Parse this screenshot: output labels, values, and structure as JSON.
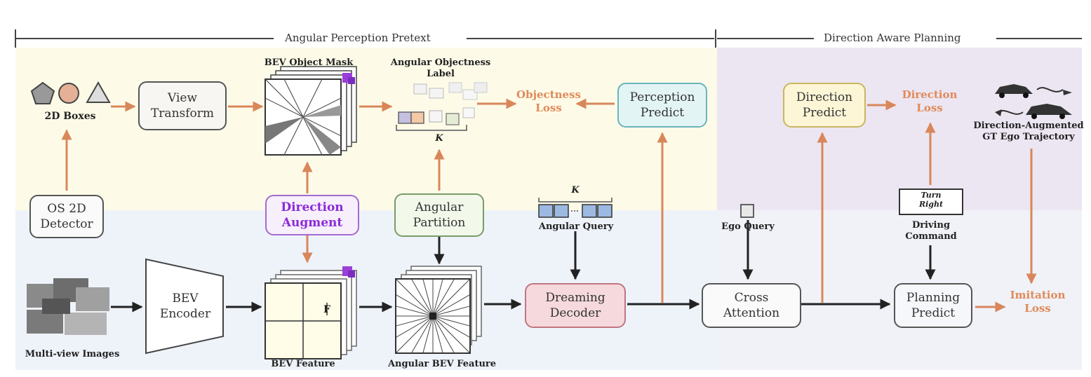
{
  "sections": {
    "left_header": "Angular Perception Pretext",
    "right_header": "Direction Aware Planning"
  },
  "boxes": {
    "view_transform": "View\nTransform",
    "os_detector": "OS 2D\nDetector",
    "direction_augment": "Direction\nAugment",
    "angular_partition": "Angular\nPartition",
    "perception_predict": "Perception\nPredict",
    "bev_encoder": "BEV\nEncoder",
    "dreaming_decoder": "Dreaming\nDecoder",
    "cross_attention": "Cross\nAttention",
    "direction_predict": "Direction\nPredict",
    "planning_predict": "Planning\nPredict"
  },
  "labels": {
    "boxes_2d": "2D Boxes",
    "bev_object_mask": "BEV Object Mask",
    "angular_objectness_label": "Angular Objectness\nLabel",
    "k_top": "K",
    "k_query": "K",
    "angular_query": "Angular Query",
    "ego_query": "Ego Query",
    "multi_view_images": "Multi-view Images",
    "bev_feature": "BEV Feature",
    "angular_bev_feature": "Angular BEV Feature",
    "turn_right": "Turn\nRight",
    "driving_command": "Driving\nCommand",
    "gt_trajectory": "Direction-Augmented\nGT Ego Trajectory",
    "f_mark": "F"
  },
  "losses": {
    "objectness": "Objectness\nLoss",
    "direction": "Direction\nLoss",
    "imitation": "Imitation\nLoss"
  },
  "colors": {
    "orange_arrow": "#d9875a",
    "black_arrow": "#222222",
    "top_band": "#fdfbe8",
    "bottom_band": "#eef3fa",
    "planning_band": "#ece6f2",
    "direction_augment_text": "#8a2bd8",
    "perception_fill": "#e3f4f5",
    "dreaming_fill": "#f6d9dc",
    "direction_fill": "#fdf6d6"
  }
}
